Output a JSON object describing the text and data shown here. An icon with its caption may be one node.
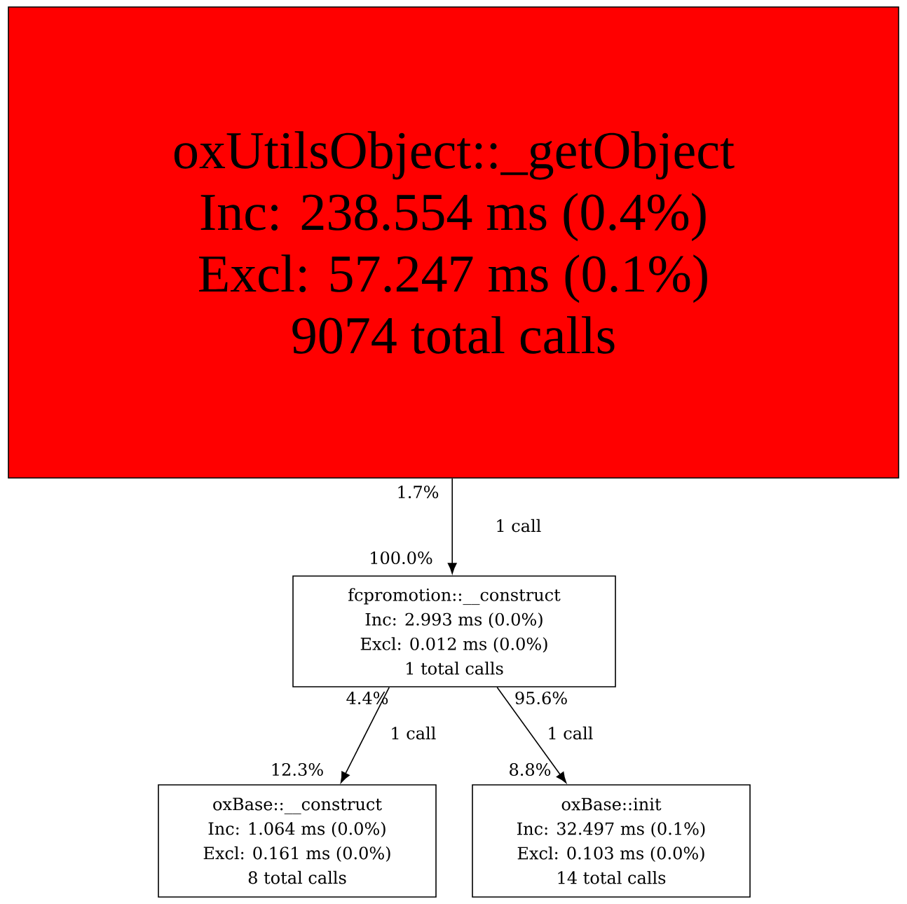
{
  "diagram": {
    "nodes": [
      {
        "text": [
          "oxUtilsObject::_getObject",
          "Inc: 238.554 ms (0.4%)",
          "Excl: 57.247 ms (0.1%)",
          "9074 total calls"
        ]
      },
      {
        "text": [
          "fcpromotion::__construct",
          "Inc: 2.993 ms (0.0%)",
          "Excl: 0.012 ms (0.0%)",
          "1 total calls"
        ]
      },
      {
        "text": [
          "oxBase::__construct",
          "Inc: 1.064 ms (0.0%)",
          "Excl: 0.161 ms (0.0%)",
          "8 total calls"
        ]
      },
      {
        "text": [
          "oxBase::init",
          "Inc: 32.497 ms (0.1%)",
          "Excl: 0.103 ms (0.0%)",
          "14 total calls"
        ]
      }
    ],
    "edges": [
      {
        "from": 0,
        "to": 1,
        "arrow": "to",
        "label": "1 call"
      },
      {
        "from": 1,
        "to": 2,
        "arrow": "to",
        "label": "1 call"
      },
      {
        "from": 1,
        "to": 3,
        "arrow": "to",
        "label": "1 call"
      }
    ],
    "labels": [
      "1.7%",
      "100.0%",
      "4.4%",
      "95.6%",
      "12.3%",
      "8.8%"
    ]
  }
}
